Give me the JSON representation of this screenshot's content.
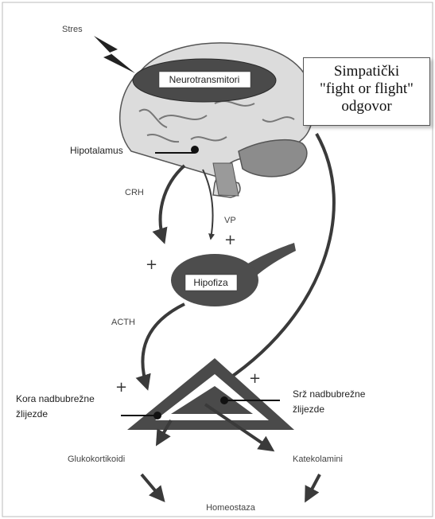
{
  "labels": {
    "stress": "Stres",
    "neurotransmitters": "Neurotransmitori",
    "hypothalamus": "Hipotalamus",
    "crh": "CRH",
    "vp": "VP",
    "pituitary": "Hipofiza",
    "acth": "ACTH",
    "adrenal_cortex_line1": "Kora nadbubrežne",
    "adrenal_cortex_line2": "žlijezde",
    "adrenal_medulla_line1": "Srž nadbubrežne",
    "adrenal_medulla_line2": "žlijezde",
    "glucocorticoids": "Glukokortikoidi",
    "catecholamines": "Katekolamini",
    "homeostasis": "Homeostaza",
    "plus": "+"
  },
  "sympathetic_box": {
    "line1": "Simpatički",
    "line2": "\"fight or flight\"",
    "line3": "odgovor"
  },
  "colors": {
    "arrow": "#3a3a3a",
    "brain_outer": "#d9d9d9",
    "brain_dark": "#8a8a8a",
    "triangle": "#4a4a4a",
    "pituitary": "#4d4d4d"
  }
}
